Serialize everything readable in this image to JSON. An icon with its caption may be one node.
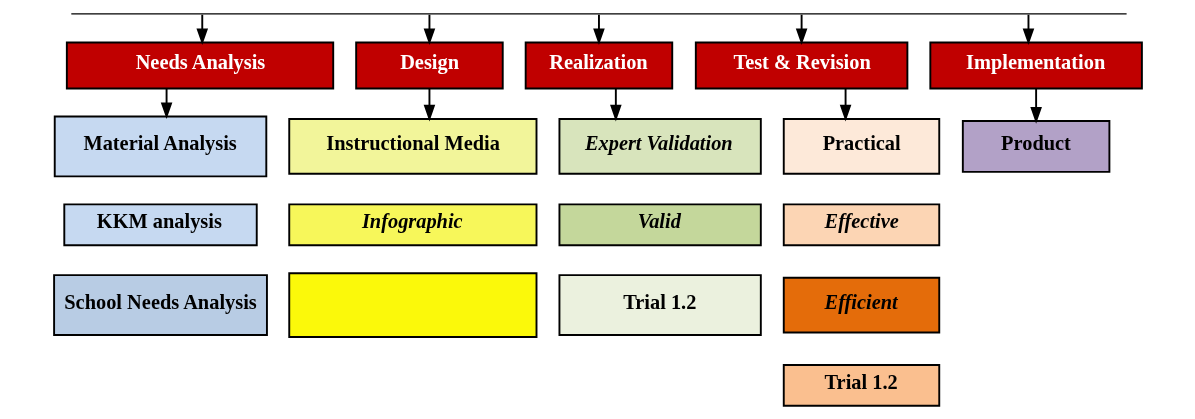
{
  "diagram": {
    "nodes": [
      {
        "text": [],
        "shape": "bar"
      },
      {
        "text": [
          "Needs Analysis"
        ]
      },
      {
        "text": [
          "Design"
        ]
      },
      {
        "text": [
          "Realization"
        ]
      },
      {
        "text": [
          "Test & Revision"
        ]
      },
      {
        "text": [
          "Implementation"
        ]
      },
      {
        "text": [
          "Material Analysis"
        ]
      },
      {
        "text": [
          "KKM analysis"
        ]
      },
      {
        "text": [
          "School Needs Analysis"
        ]
      },
      {
        "text": [
          "Instructional Media"
        ]
      },
      {
        "text": [
          "Infographic"
        ]
      },
      {
        "text": [],
        "shape": "box"
      },
      {
        "text": [
          "Expert Validation"
        ]
      },
      {
        "text": [
          "Valid"
        ]
      },
      {
        "text": [
          "Trial 1.2"
        ]
      },
      {
        "text": [
          "Practical"
        ]
      },
      {
        "text": [
          "Effective"
        ]
      },
      {
        "text": [
          "Efficient"
        ]
      },
      {
        "text": [
          "Trial 1.2"
        ]
      },
      {
        "text": [
          "Product"
        ]
      }
    ],
    "edges": [
      {
        "from": 0,
        "to": 1,
        "arrow": "to"
      },
      {
        "from": 0,
        "to": 2,
        "arrow": "to"
      },
      {
        "from": 0,
        "to": 3,
        "arrow": "to"
      },
      {
        "from": 0,
        "to": 4,
        "arrow": "to"
      },
      {
        "from": 0,
        "to": 5,
        "arrow": "to"
      },
      {
        "from": 1,
        "to": 6,
        "arrow": "to"
      },
      {
        "from": 2,
        "to": 9,
        "arrow": "to"
      },
      {
        "from": 3,
        "to": 12,
        "arrow": "to"
      },
      {
        "from": 4,
        "to": 15,
        "arrow": "to"
      },
      {
        "from": 5,
        "to": 19,
        "arrow": "to"
      }
    ]
  }
}
